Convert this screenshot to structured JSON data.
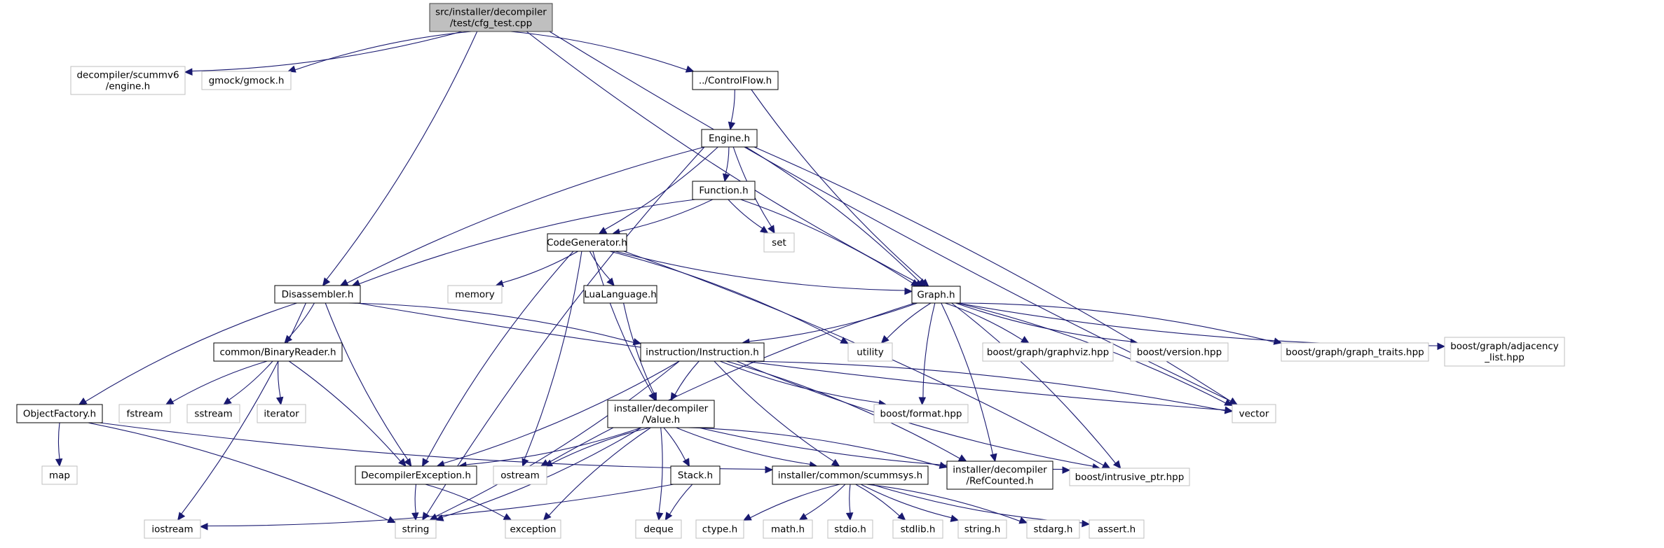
{
  "title": "src/installer/decompiler/test/cfg_test.cpp include dependency graph",
  "colors": {
    "edge": "#191970",
    "root_fill": "#bfbfbf",
    "root_border": "#404040",
    "documented_border": "#000000",
    "external_border": "#bfbfbf",
    "node_fill": "#ffffff"
  },
  "nodes": [
    {
      "id": "root",
      "lines": [
        "src/installer/decompiler",
        "/test/cfg_test.cpp"
      ],
      "kind": "root"
    },
    {
      "id": "scummv6_engine",
      "lines": [
        "decompiler/scummv6",
        "/engine.h"
      ],
      "kind": "external"
    },
    {
      "id": "gmock",
      "lines": [
        "gmock/gmock.h"
      ],
      "kind": "external"
    },
    {
      "id": "controlflow",
      "lines": [
        "../ControlFlow.h"
      ],
      "kind": "documented"
    },
    {
      "id": "engine",
      "lines": [
        "Engine.h"
      ],
      "kind": "documented"
    },
    {
      "id": "function",
      "lines": [
        "Function.h"
      ],
      "kind": "documented"
    },
    {
      "id": "set",
      "lines": [
        "set"
      ],
      "kind": "external"
    },
    {
      "id": "codegenerator",
      "lines": [
        "CodeGenerator.h"
      ],
      "kind": "documented"
    },
    {
      "id": "disassembler",
      "lines": [
        "Disassembler.h"
      ],
      "kind": "documented"
    },
    {
      "id": "memory",
      "lines": [
        "memory"
      ],
      "kind": "external"
    },
    {
      "id": "lualanguage",
      "lines": [
        "LuaLanguage.h"
      ],
      "kind": "documented"
    },
    {
      "id": "graph",
      "lines": [
        "Graph.h"
      ],
      "kind": "documented"
    },
    {
      "id": "binaryreader",
      "lines": [
        "common/BinaryReader.h"
      ],
      "kind": "documented"
    },
    {
      "id": "instruction",
      "lines": [
        "instruction/Instruction.h"
      ],
      "kind": "documented"
    },
    {
      "id": "utility",
      "lines": [
        "utility"
      ],
      "kind": "external"
    },
    {
      "id": "graphviz",
      "lines": [
        "boost/graph/graphviz.hpp"
      ],
      "kind": "external"
    },
    {
      "id": "version",
      "lines": [
        "boost/version.hpp"
      ],
      "kind": "external"
    },
    {
      "id": "graph_traits",
      "lines": [
        "boost/graph/graph_traits.hpp"
      ],
      "kind": "external"
    },
    {
      "id": "adjacency_list",
      "lines": [
        "boost/graph/adjacency",
        "_list.hpp"
      ],
      "kind": "external"
    },
    {
      "id": "objectfactory",
      "lines": [
        "ObjectFactory.h"
      ],
      "kind": "documented"
    },
    {
      "id": "fstream",
      "lines": [
        "fstream"
      ],
      "kind": "external"
    },
    {
      "id": "sstream",
      "lines": [
        "sstream"
      ],
      "kind": "external"
    },
    {
      "id": "iterator",
      "lines": [
        "iterator"
      ],
      "kind": "external"
    },
    {
      "id": "value",
      "lines": [
        "installer/decompiler",
        "/Value.h"
      ],
      "kind": "documented"
    },
    {
      "id": "format",
      "lines": [
        "boost/format.hpp"
      ],
      "kind": "external"
    },
    {
      "id": "vector",
      "lines": [
        "vector"
      ],
      "kind": "external"
    },
    {
      "id": "map",
      "lines": [
        "map"
      ],
      "kind": "external"
    },
    {
      "id": "decompilerexception",
      "lines": [
        "DecompilerException.h"
      ],
      "kind": "documented"
    },
    {
      "id": "ostream",
      "lines": [
        "ostream"
      ],
      "kind": "external"
    },
    {
      "id": "stack",
      "lines": [
        "Stack.h"
      ],
      "kind": "documented"
    },
    {
      "id": "scummsys",
      "lines": [
        "installer/common/scummsys.h"
      ],
      "kind": "documented"
    },
    {
      "id": "refcounted",
      "lines": [
        "installer/decompiler",
        "/RefCounted.h"
      ],
      "kind": "documented"
    },
    {
      "id": "intrusive_ptr",
      "lines": [
        "boost/intrusive_ptr.hpp"
      ],
      "kind": "external"
    },
    {
      "id": "iostream",
      "lines": [
        "iostream"
      ],
      "kind": "external"
    },
    {
      "id": "string",
      "lines": [
        "string"
      ],
      "kind": "external"
    },
    {
      "id": "exception",
      "lines": [
        "exception"
      ],
      "kind": "external"
    },
    {
      "id": "deque",
      "lines": [
        "deque"
      ],
      "kind": "external"
    },
    {
      "id": "ctype",
      "lines": [
        "ctype.h"
      ],
      "kind": "external"
    },
    {
      "id": "math",
      "lines": [
        "math.h"
      ],
      "kind": "external"
    },
    {
      "id": "stdio",
      "lines": [
        "stdio.h"
      ],
      "kind": "external"
    },
    {
      "id": "stdlib",
      "lines": [
        "stdlib.h"
      ],
      "kind": "external"
    },
    {
      "id": "string_h",
      "lines": [
        "string.h"
      ],
      "kind": "external"
    },
    {
      "id": "stdarg",
      "lines": [
        "stdarg.h"
      ],
      "kind": "external"
    },
    {
      "id": "assert",
      "lines": [
        "assert.h"
      ],
      "kind": "external"
    }
  ],
  "edges": [
    [
      "root",
      "scummv6_engine"
    ],
    [
      "root",
      "gmock"
    ],
    [
      "root",
      "disassembler"
    ],
    [
      "root",
      "graph"
    ],
    [
      "root",
      "controlflow"
    ],
    [
      "root",
      "vector"
    ],
    [
      "controlflow",
      "engine"
    ],
    [
      "controlflow",
      "graph"
    ],
    [
      "engine",
      "function"
    ],
    [
      "engine",
      "set"
    ],
    [
      "engine",
      "codegenerator"
    ],
    [
      "engine",
      "disassembler"
    ],
    [
      "engine",
      "graph"
    ],
    [
      "engine",
      "string"
    ],
    [
      "engine",
      "vector"
    ],
    [
      "function",
      "set"
    ],
    [
      "function",
      "codegenerator"
    ],
    [
      "function",
      "disassembler"
    ],
    [
      "function",
      "graph"
    ],
    [
      "codegenerator",
      "graph"
    ],
    [
      "codegenerator",
      "memory"
    ],
    [
      "codegenerator",
      "lualanguage"
    ],
    [
      "codegenerator",
      "utility"
    ],
    [
      "codegenerator",
      "decompilerexception"
    ],
    [
      "codegenerator",
      "ostream"
    ],
    [
      "codegenerator",
      "value"
    ],
    [
      "codegenerator",
      "intrusive_ptr"
    ],
    [
      "lualanguage",
      "value"
    ],
    [
      "disassembler",
      "binaryreader"
    ],
    [
      "disassembler",
      "objectfactory"
    ],
    [
      "disassembler",
      "instruction"
    ],
    [
      "disassembler",
      "decompilerexception"
    ],
    [
      "disassembler",
      "iostream"
    ],
    [
      "disassembler",
      "vector"
    ],
    [
      "graph",
      "instruction"
    ],
    [
      "graph",
      "utility"
    ],
    [
      "graph",
      "graphviz"
    ],
    [
      "graph",
      "version"
    ],
    [
      "graph",
      "graph_traits"
    ],
    [
      "graph",
      "adjacency_list"
    ],
    [
      "graph",
      "vector"
    ],
    [
      "graph",
      "format"
    ],
    [
      "graph",
      "refcounted"
    ],
    [
      "graph",
      "ostream"
    ],
    [
      "graph",
      "intrusive_ptr"
    ],
    [
      "binaryreader",
      "fstream"
    ],
    [
      "binaryreader",
      "sstream"
    ],
    [
      "binaryreader",
      "iterator"
    ],
    [
      "binaryreader",
      "decompilerexception"
    ],
    [
      "instruction",
      "value"
    ],
    [
      "instruction",
      "decompilerexception"
    ],
    [
      "instruction",
      "format"
    ],
    [
      "instruction",
      "vector"
    ],
    [
      "instruction",
      "scummsys"
    ],
    [
      "instruction",
      "refcounted"
    ],
    [
      "instruction",
      "intrusive_ptr"
    ],
    [
      "instruction",
      "string"
    ],
    [
      "objectfactory",
      "map"
    ],
    [
      "objectfactory",
      "string"
    ],
    [
      "objectfactory",
      "scummsys"
    ],
    [
      "value",
      "decompilerexception"
    ],
    [
      "value",
      "ostream"
    ],
    [
      "value",
      "stack"
    ],
    [
      "value",
      "scummsys"
    ],
    [
      "value",
      "refcounted"
    ],
    [
      "value",
      "intrusive_ptr"
    ],
    [
      "value",
      "string"
    ],
    [
      "value",
      "exception"
    ],
    [
      "value",
      "deque"
    ],
    [
      "decompilerexception",
      "string"
    ],
    [
      "decompilerexception",
      "exception"
    ],
    [
      "stack",
      "deque"
    ],
    [
      "stack",
      "iostream"
    ],
    [
      "scummsys",
      "ctype"
    ],
    [
      "scummsys",
      "math"
    ],
    [
      "scummsys",
      "stdio"
    ],
    [
      "scummsys",
      "stdlib"
    ],
    [
      "scummsys",
      "string_h"
    ],
    [
      "scummsys",
      "stdarg"
    ],
    [
      "scummsys",
      "assert"
    ]
  ]
}
